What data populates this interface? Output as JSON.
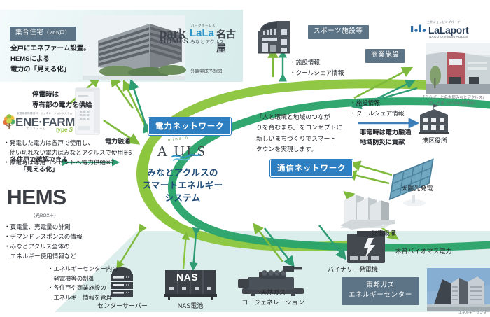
{
  "diagram": {
    "center": {
      "logo_mini": "minato",
      "logo_word": "A   ULS",
      "logo_letter": "Q",
      "title": "みなとアクルスの\nスマートエネルギー\nシステム"
    },
    "networks": {
      "power": "電力ネットワーク",
      "comm": "通信ネットワーク"
    },
    "concept": "「人と環境と地域のつなが\nりを育むまち」をコンセプトに\n新しいまちづくりでスマート\nタウンを実現します。"
  },
  "housing": {
    "badge": "集合住宅",
    "badge_note": "（265戸）",
    "body": "全戸にエネファーム設置。\nHEMSによる\n電力の「見える化」",
    "photo_caption": "外観完成予想図",
    "logo": {
      "small_top": "パークホームズ",
      "park": "park",
      "homes": "HOMES",
      "lala": "LaLa",
      "nagoya": "名古屋",
      "minato": "みなとアクルス"
    }
  },
  "enefarm": {
    "heading": "停電時は\n専有部の電力を供給",
    "logo_top": "家庭用燃料電池コージェネレーションシステム",
    "logo_word": "ENE·FARM",
    "logo_jp": "エネファーム",
    "logo_type": "type S",
    "bullets": "・発電した電力は各戸で使用し、\n　使い切れない電力はみなとアクルスで使用※6\n・停電時は専用コンセントへ電力供給※7"
  },
  "hems": {
    "heading": "各住戸で確認できる\n「見える化」",
    "big": "HEMS",
    "sub": "（光BOX＋）",
    "bullets": "・買電量、売電量の計測\n・デマンドレスポンスの情報\n・みなとアクルス全体の\n　エネルギー使用情報など"
  },
  "power_share_label": "電力融通",
  "sports": {
    "badge": "スポーツ施設等",
    "bullets": "・施設情報\n・クールシェア情報"
  },
  "commercial": {
    "badge": "商業施設",
    "bullets": "・施設情報\n・クールシェア情報",
    "photo_caption": "「ららぽーと名古屋みなとアクルス」\n竣工写真（2018年9月撮影）",
    "logo": {
      "top": "三井ショッピングパーク",
      "word": "LaLaport",
      "sub": "NAGOYA minato AQULS"
    }
  },
  "ward_office": {
    "text": "非常時は電力融通\n地域防災に貢献",
    "label": "港区役所"
  },
  "center_server": {
    "bullets": "・エネルギーセンター内の\n　発電機等の制御\n・各住戸や商業施設の\n　エネルギー情報を管理",
    "label": "センターサーバー"
  },
  "equipment": [
    {
      "name": "nas-battery",
      "label": "NAS電池",
      "badge_text": "NAS"
    },
    {
      "name": "gas-cogeneration",
      "label": "天然ガス\nコージェネレーション"
    },
    {
      "name": "binary-generator",
      "label": "バイナリー発電機"
    },
    {
      "name": "power-receiving",
      "label": "受電設備"
    },
    {
      "name": "solar-power",
      "label": "太陽光発電"
    },
    {
      "name": "biomass-power",
      "label": "木質バイオマス電力"
    }
  ],
  "energy_center": {
    "badge": "東邦ガス\nエネルギーセンター",
    "photo_caption": "エネルギーセンター"
  },
  "colors": {
    "badge_gray": "#5c7486",
    "network_blue": "#2d7fc1",
    "ring_light_green": "#8cc63f",
    "ring_dark_green": "#2ba46a",
    "arrow_green": "#7fba3c",
    "arrow_teal": "#2e9d74",
    "panel_top": "#dceeec",
    "panel_bottom": "#dceeec",
    "text_dark": "#2d2f33"
  }
}
